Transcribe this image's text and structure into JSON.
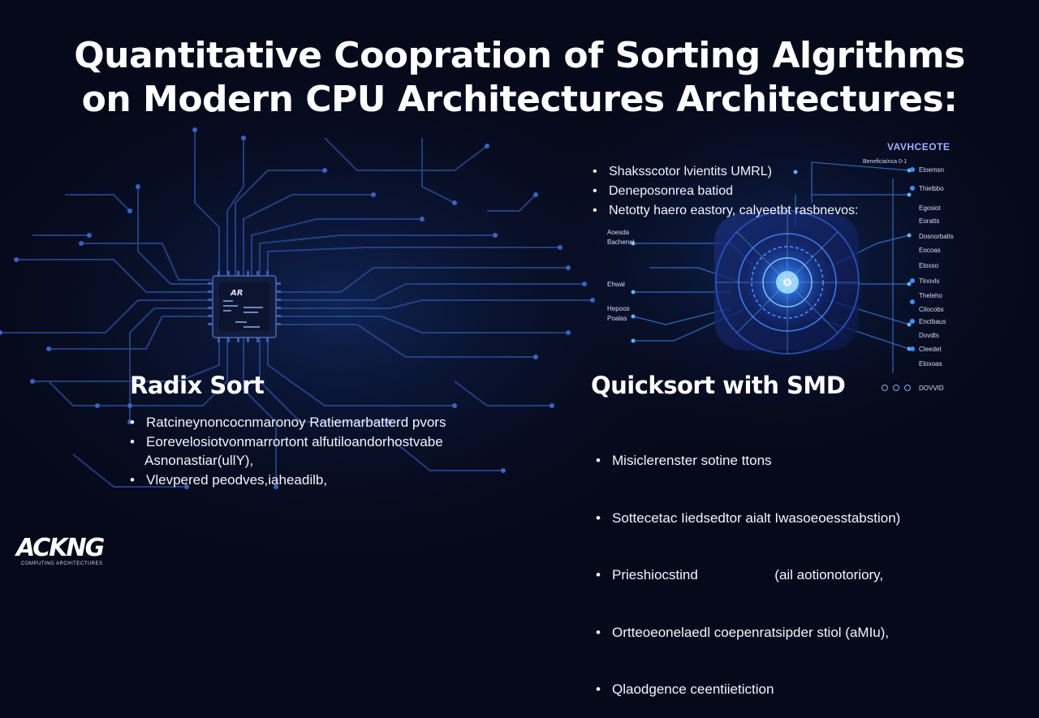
{
  "title": {
    "line1": "Quantitative Coopration of Sorting Algrithms",
    "line2": "on Modern CPU Architectures Architectures:"
  },
  "chip": {
    "label": "AR"
  },
  "right_panel": {
    "header": "VAVHCEOTE",
    "subheader": "Beneficiaínca 0-1",
    "bullets": [
      "Shaksscotor lvientits UMRL)",
      "Deneposonrea batiod",
      "Netotty haero eastory, calyeetbt rasbnevos:"
    ],
    "right_labels": [
      "Eloemsn",
      "Thielbbo",
      "Egosiot",
      "Eoratts",
      "Dosnorbalts",
      "Eocoas",
      "Eloxso",
      "Tlnovls",
      "Theleho",
      "Cilocobs",
      "Enctbaus",
      "Dovdts",
      "Cleedet",
      "Eloxoas"
    ],
    "left_labels": [
      "Aoesda",
      "Bachenel",
      "Ehwal",
      "Hepoos",
      "Poalas"
    ],
    "footer_label": "DOVVID"
  },
  "radix": {
    "heading": "Radix Sort",
    "bullets": [
      "Ratcineynoncocnmaronoy Ratiemarbatterd pvors",
      "Eorevelosiotvonmarrortont alfutiloandorhostvabe",
      "Asnonastiar(ullY),",
      "Vlevpered peodves,iaheadilb,"
    ]
  },
  "quicksort": {
    "heading": "Quicksort with SMD",
    "bullets": [
      "Misiclerenster sotine ttons",
      "Sottecetac Iiedsedtor aialt Iwasoeoesstabstion)",
      "Prieshiocstind                    (ail aotionotoriory,",
      "Ortteoeonelaedl coepenratsipder stiol (aMIu),",
      "Qlaodgence ceentiietiction"
    ]
  },
  "brand": {
    "name": "ACKNG",
    "tagline": "COMPUTING ARCHITECTURES"
  },
  "colors": {
    "background": "#06091a",
    "circuit": "#2a4f9e",
    "glow": "#3fa2ff",
    "text": "#ffffff"
  }
}
